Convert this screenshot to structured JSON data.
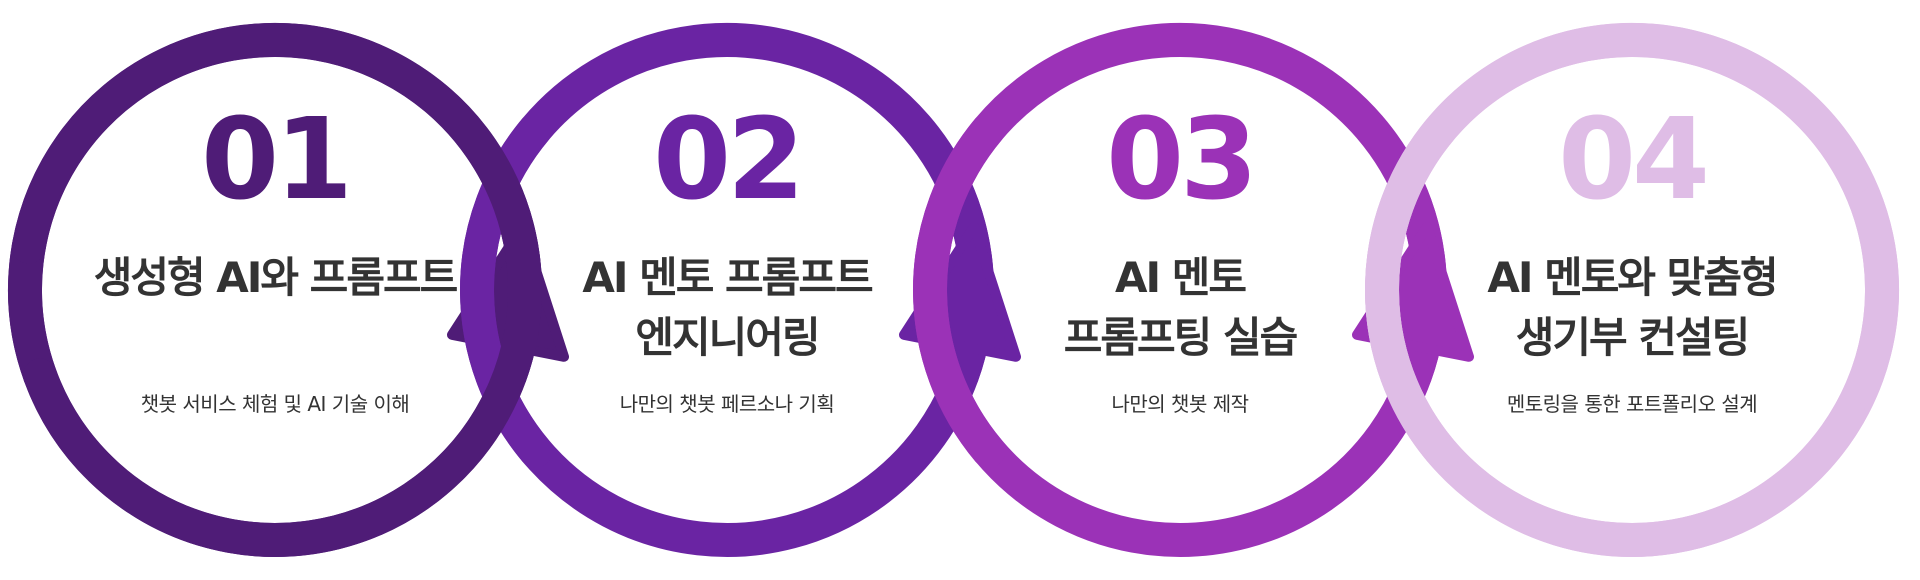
{
  "steps": [
    {
      "number": "01",
      "title_lines": [
        "생성형 AI와 프롬프트"
      ],
      "description": "챗봇 서비스 체험 및 AI 기술 이해",
      "color": "#4f1c77"
    },
    {
      "number": "02",
      "title_lines": [
        "AI 멘토 프롬프트",
        "엔지니어링"
      ],
      "description": "나만의 챗봇 페르소나 기획",
      "color": "#6a24a3"
    },
    {
      "number": "03",
      "title_lines": [
        "AI 멘토",
        "프롬프팅 실습"
      ],
      "description": "나만의 챗봇 제작",
      "color": "#9b32b7"
    },
    {
      "number": "04",
      "title_lines": [
        "AI 멘토와 맞춤형",
        "생기부 컨설팅"
      ],
      "description": "멘토링을 통한 포트폴리오 설계",
      "color": "#dfbde6"
    }
  ]
}
